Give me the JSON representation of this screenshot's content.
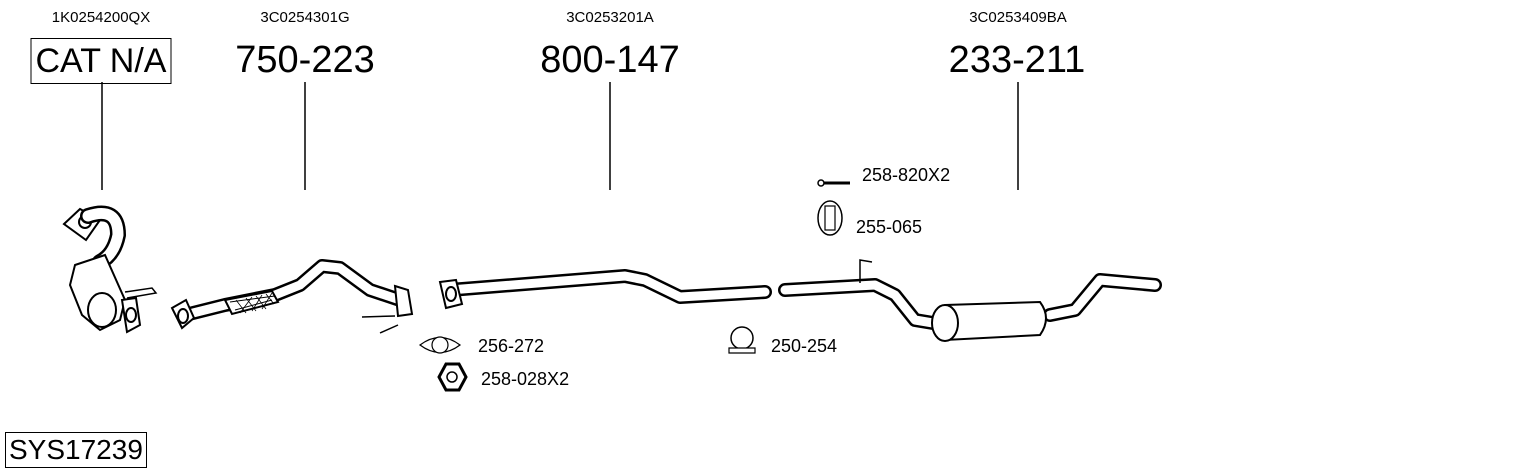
{
  "parts": [
    {
      "oem": "1K0254200QX",
      "number": "CAT N/A"
    },
    {
      "oem": "3C0254301G",
      "number": "750-223"
    },
    {
      "oem": "3C0253201A",
      "number": "800-147"
    },
    {
      "oem": "3C0253409BA",
      "number": "233-211"
    }
  ],
  "accessories": {
    "bolt": "258-820X2",
    "hanger": "255-065",
    "gasket": "256-272",
    "nut": "258-028X2",
    "clamp": "250-254"
  },
  "system_id": "SYS17239"
}
